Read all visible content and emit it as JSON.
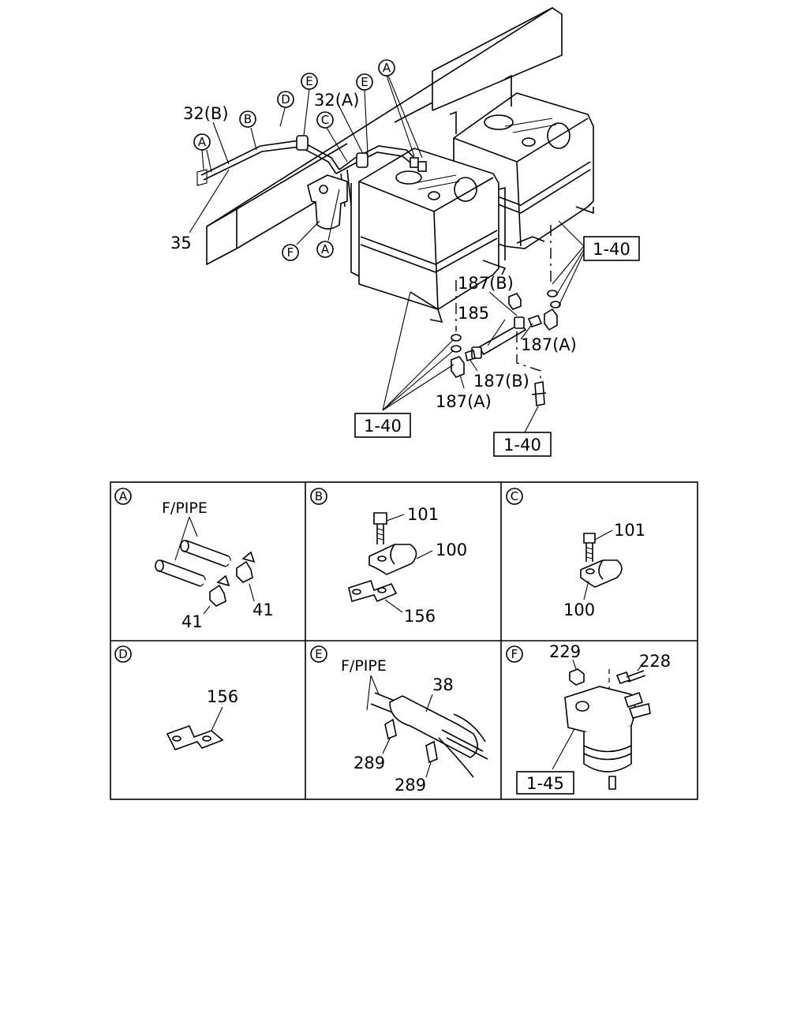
{
  "main_view": {
    "labels": {
      "p32b": "32(B)",
      "p32a": "32(A)",
      "p35": "35",
      "p185": "185",
      "p187b_1": "187(B)",
      "p187b_2": "187(B)",
      "p187a_1": "187(A)",
      "p187a_2": "187(A)"
    },
    "callouts": {
      "a1": "A",
      "a2": "A",
      "a3": "A",
      "b": "B",
      "c": "C",
      "d": "D",
      "e1": "E",
      "e2": "E",
      "f": "F"
    },
    "ref_boxes": {
      "r1": "1-40",
      "r2": "1-40",
      "r3": "1-40"
    }
  },
  "details": {
    "A": {
      "letter": "A",
      "pipe_label": "F/PIPE",
      "part1": "41",
      "part2": "41"
    },
    "B": {
      "letter": "B",
      "bolt": "101",
      "clip": "100",
      "bracket": "156"
    },
    "C": {
      "letter": "C",
      "bolt": "101",
      "clip": "100"
    },
    "D": {
      "letter": "D",
      "bracket": "156"
    },
    "E": {
      "letter": "E",
      "pipe_label": "F/PIPE",
      "hose": "38",
      "clamp1": "289",
      "clamp2": "289"
    },
    "F": {
      "letter": "F",
      "nut": "229",
      "bolt": "228",
      "ref": "1-45"
    }
  }
}
